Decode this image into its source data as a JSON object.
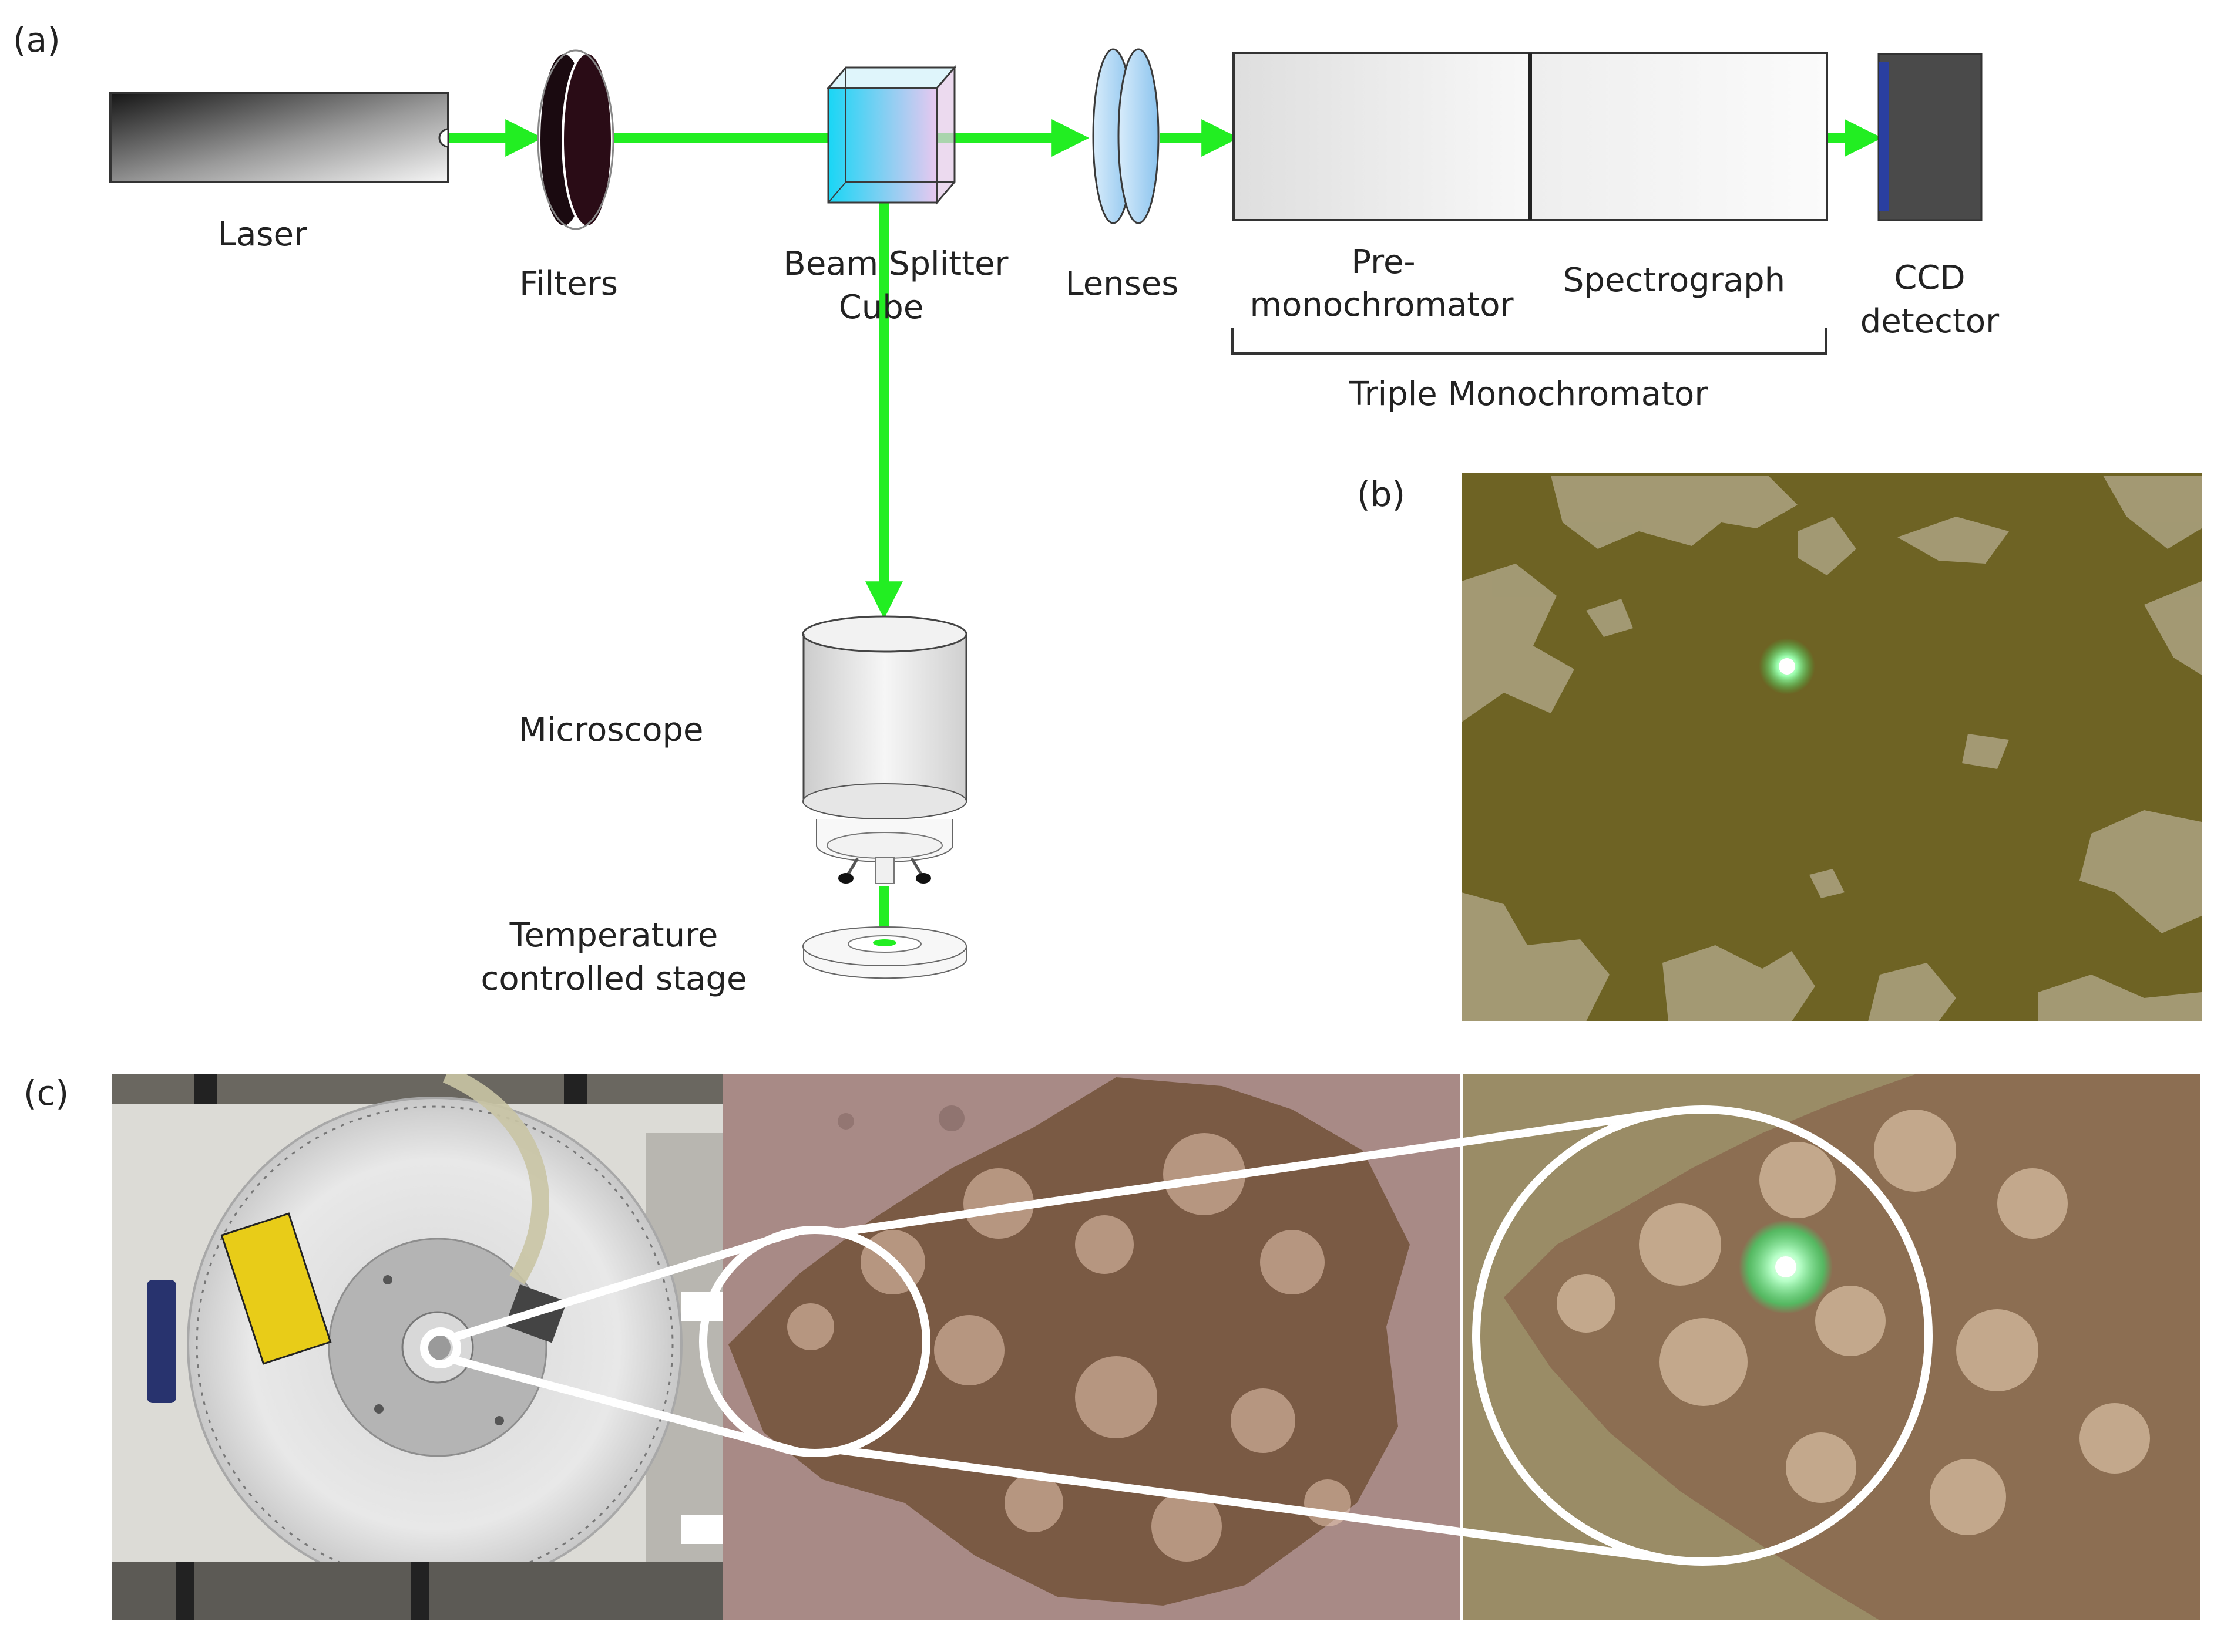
{
  "panel_labels": {
    "a": "(a)",
    "b": "(b)",
    "c": "(c)"
  },
  "components": {
    "laser": "Laser",
    "filters": "Filters",
    "beam_splitter": [
      "Beam Splitter",
      "Cube"
    ],
    "lenses": "Lenses",
    "premonochromator": [
      "Pre-",
      "monochromator"
    ],
    "spectrograph": "Spectrograph",
    "ccd": [
      "CCD",
      "detector"
    ],
    "triple_monochromator": "Triple Monochromator",
    "microscope": "Microscope",
    "stage": [
      "Temperature",
      "controlled stage"
    ]
  },
  "colors": {
    "beam": "#22ee22",
    "sample_background": "#6e6324",
    "sample_patch": "#a59c78",
    "stage_photo_bg": "#9a968c",
    "micro_bg": "#a88a86",
    "flake": "#7a5a44",
    "magnified_bg": "#9a8c66",
    "laser_spot": "#7dff9a",
    "detector": "#4a4a4a",
    "detector_window": "#2a3fa0",
    "label_sticker": "#e8cc18"
  }
}
